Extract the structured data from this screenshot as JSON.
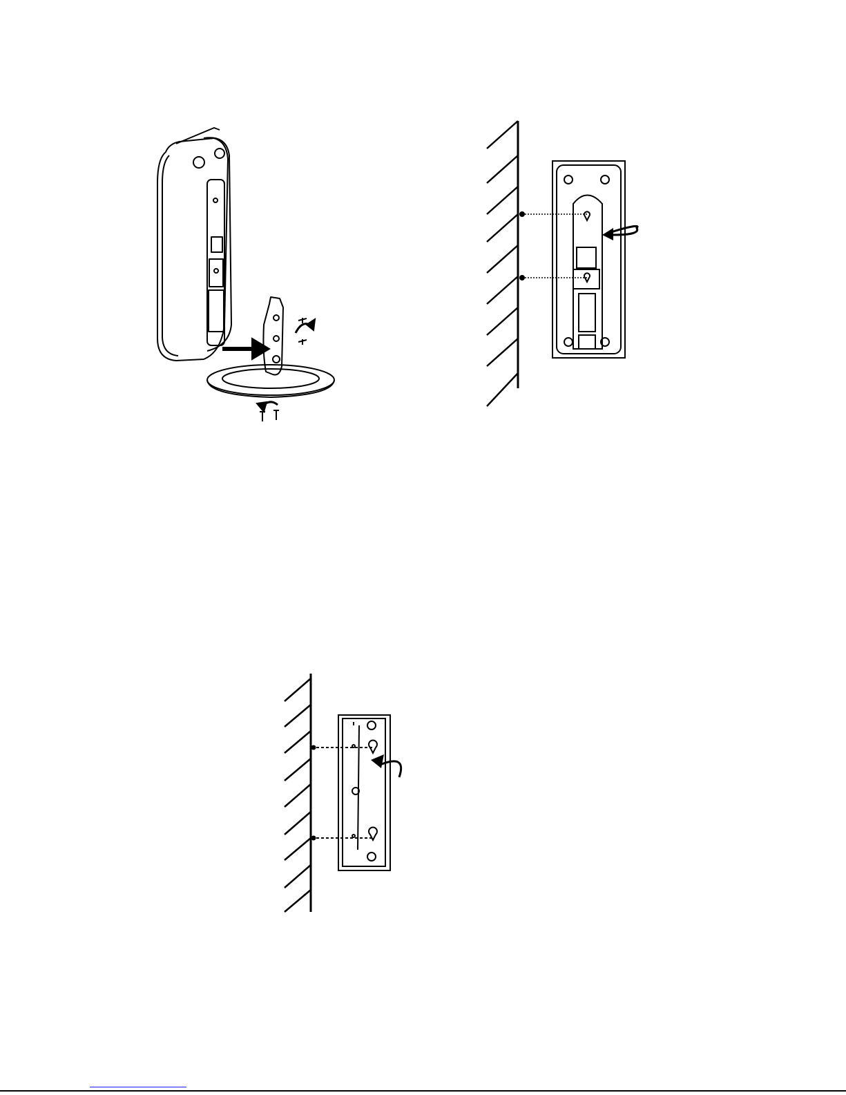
{
  "figures": [
    {
      "id": "stand-mount",
      "description_icon": "desk-stand-assembly"
    },
    {
      "id": "wall-mount-device",
      "description_icon": "wall-mount-keyhole"
    },
    {
      "id": "wall-mount-bracket",
      "description_icon": "wall-bracket-keyhole"
    }
  ],
  "colors": {
    "line": "#000000",
    "link": "#1a1aff",
    "background": "#ffffff"
  }
}
